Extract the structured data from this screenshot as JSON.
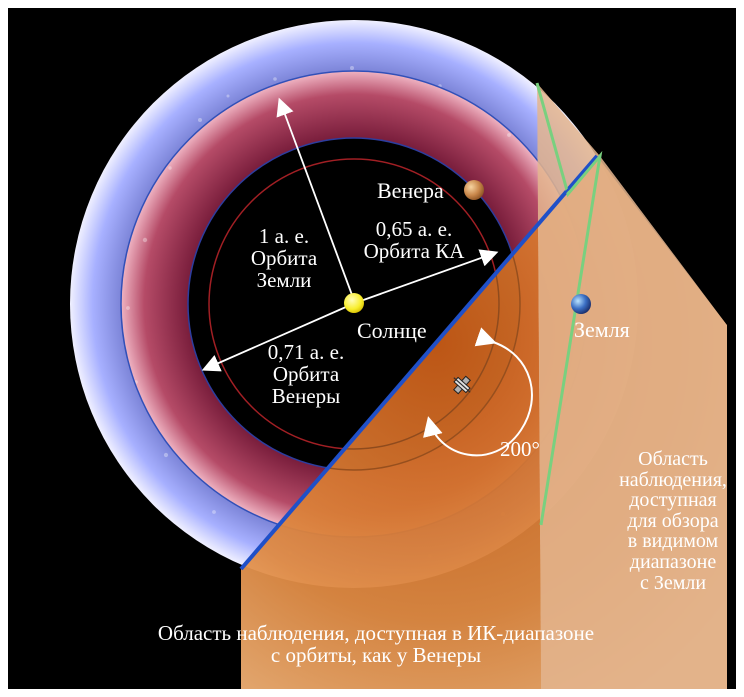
{
  "labels": {
    "venus": "Венера",
    "earth": "Земля",
    "sun": "Солнце",
    "earth_orbit": [
      "1 а. е.",
      "Орбита",
      "Земли"
    ],
    "spacecraft_orbit": [
      "0,65 а. е.",
      "Орбита КА"
    ],
    "venus_orbit": [
      "0,71 а. е.",
      "Орбита",
      "Венеры"
    ],
    "angle": "200°",
    "visible_region": [
      "Область",
      "наблюдения,",
      "доступная",
      "для обзора",
      "в видимом",
      "диапазоне",
      "с Земли"
    ],
    "ir_region": [
      "Область наблюдения, доступная в ИК-диапазоне",
      "с орбиты, как у Венеры"
    ]
  },
  "colors": {
    "background": "#000000",
    "frame": "#ffffff",
    "outer_ring": "#5b63b8",
    "middle_ring": "#8b2947",
    "inner_field": "#000000",
    "orange_region": "#d9843b",
    "visible_region": "#e0b28d",
    "venus": "#c9874b",
    "earth": "#3b6fc4",
    "sun": "#f6ef32",
    "orbit_blue": "#2d3d9e",
    "orbit_red": "#a11f24",
    "border_blue": "#2050c8",
    "border_green": "#79d07f",
    "text": "#ffffff"
  },
  "icons": {
    "sun": "sun-icon",
    "venus": "venus-planet-icon",
    "earth": "earth-planet-icon",
    "spacecraft": "spacecraft-icon"
  }
}
